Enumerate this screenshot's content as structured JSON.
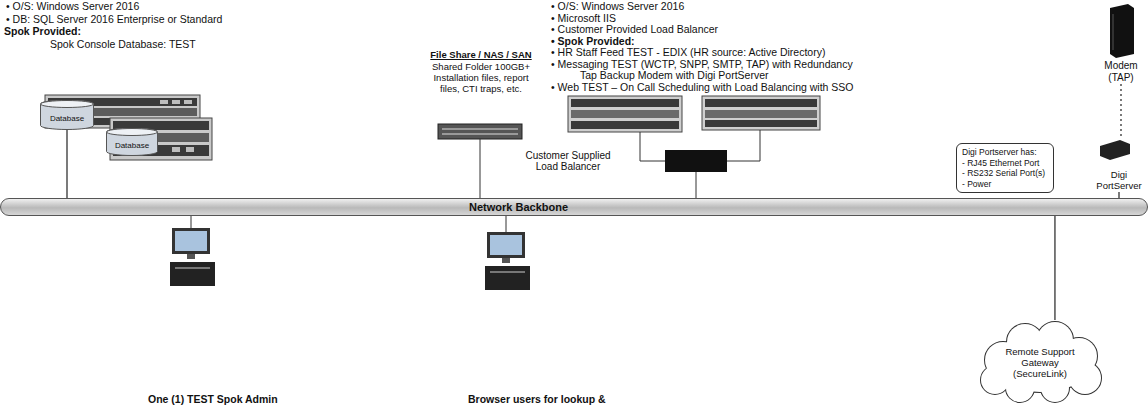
{
  "diagram": {
    "nodes": [
      {
        "text": [
          "Database"
        ]
      },
      {
        "text": [
          "Database"
        ]
      },
      {
        "text": [
          "Modem (TAP)"
        ]
      },
      {
        "text": [
          "Digi PortServer"
        ]
      },
      {
        "text": [
          "Digi Portserver has:",
          "- RJ45 Ethernet Port",
          "- RS232 Serial Port(s)",
          "- Power"
        ]
      },
      {
        "text": [
          "Network Backbone"
        ]
      },
      {
        "text": [
          "Remote Support Gateway (SecureLink)"
        ]
      }
    ],
    "edges": [
      {
        "from": 0,
        "to": 5,
        "arrow": "none"
      },
      {
        "from": 2,
        "to": 3,
        "arrow": "none"
      },
      {
        "from": 3,
        "to": 5,
        "arrow": "none"
      },
      {
        "from": 6,
        "to": 5,
        "arrow": "none"
      }
    ],
    "labels": [
      "• O/S: Windows Server 2016",
      "• DB: SQL Server 2016 Enterprise or Standard",
      "Spok Provided:",
      "Spok Console Database: TEST",
      "• O/S: Windows Server 2016",
      "• Microsoft IIS",
      "• Customer Provided Load Balancer",
      "• Spok Provided:",
      "• HR Staff Feed TEST - EDIX (HR source: Active Directory)",
      "• Messaging TEST (WCTP, SNPP, SMTP, TAP) with Redundancy",
      "Tap Backup Modem with Digi PortServer",
      "• Web TEST – On Call Scheduling with Load Balancing with SSO",
      "File Share / NAS / SAN",
      "Shared Folder 100GB+",
      "Installation files, report",
      "files, CTI traps, etc.",
      "Customer Supplied Load Balancer",
      "One (1) TEST Spok Admin",
      "Browser users for lookup &"
    ]
  }
}
